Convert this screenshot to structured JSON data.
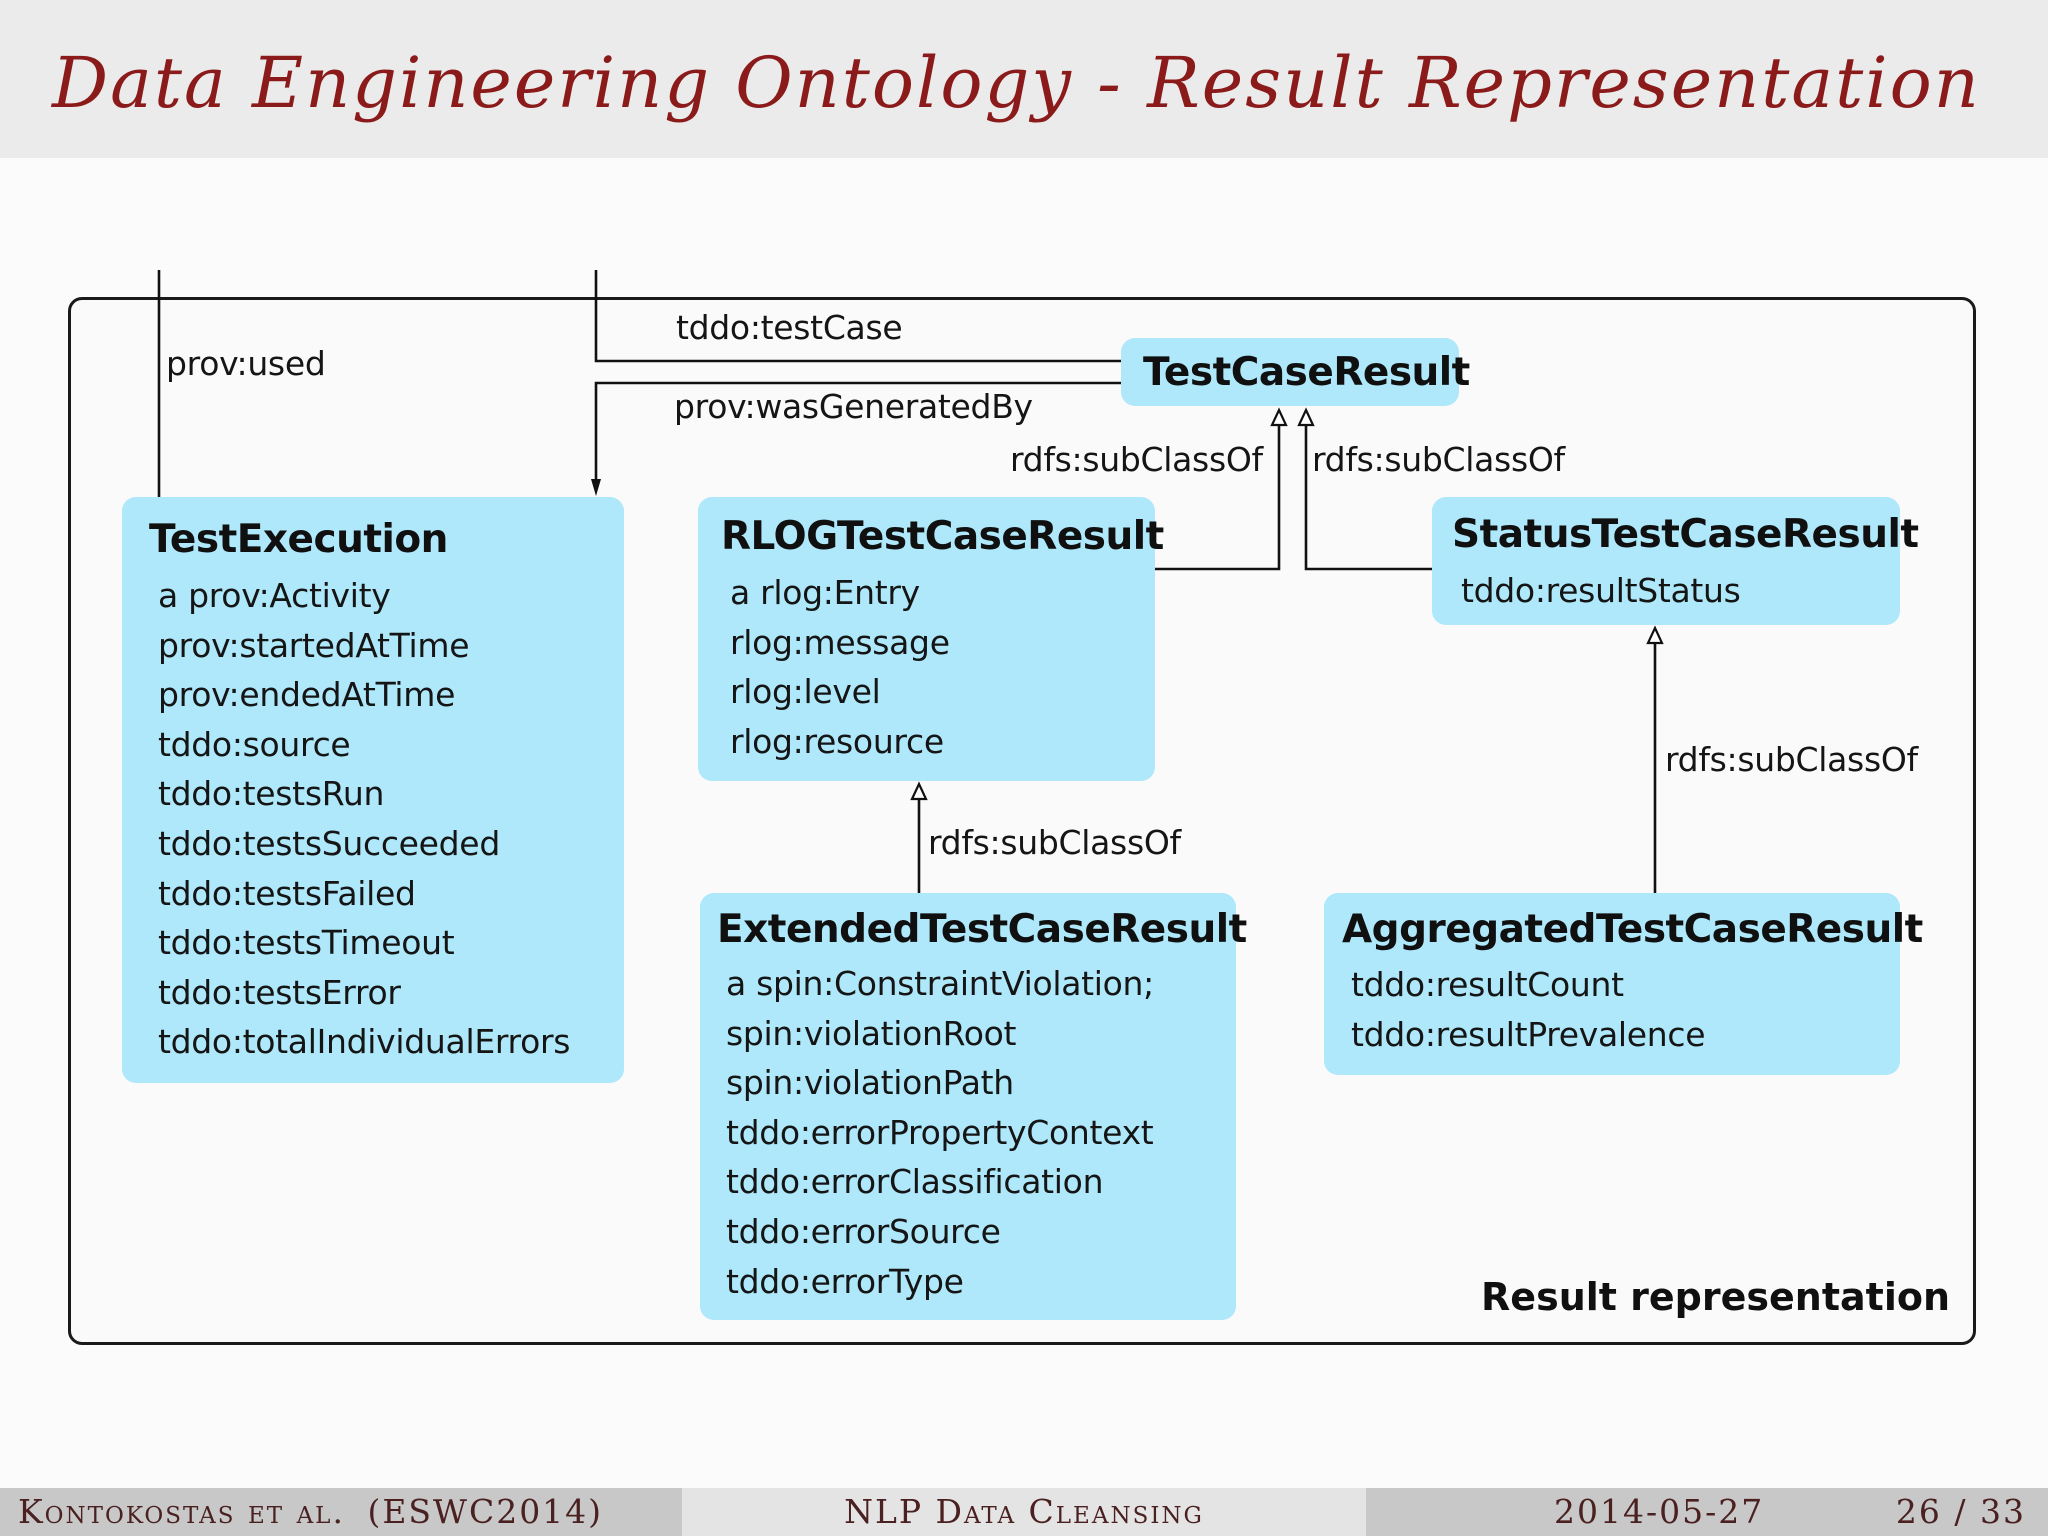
{
  "slide_title": "Data Engineering Ontology - Result Representation",
  "diagram": {
    "frame_label": "Result representation",
    "classes": {
      "test_case_result": {
        "name": "TestCaseResult",
        "attributes": []
      },
      "test_execution": {
        "name": "TestExecution",
        "attributes": [
          "a prov:Activity",
          "prov:startedAtTime",
          "prov:endedAtTime",
          "tddo:source",
          "tddo:testsRun",
          "tddo:testsSucceeded",
          "tddo:testsFailed",
          "tddo:testsTimeout",
          "tddo:testsError",
          "tddo:totalIndividualErrors"
        ]
      },
      "rlog_test_case_result": {
        "name": "RLOGTestCaseResult",
        "attributes": [
          "a rlog:Entry",
          "rlog:message",
          "rlog:level",
          "rlog:resource"
        ]
      },
      "status_test_case_result": {
        "name": "StatusTestCaseResult",
        "attributes": [
          "tddo:resultStatus"
        ]
      },
      "extended_test_case_result": {
        "name": "ExtendedTestCaseResult",
        "attributes": [
          "a spin:ConstraintViolation;",
          "spin:violationRoot",
          "spin:violationPath",
          "tddo:errorPropertyContext",
          "tddo:errorClassification",
          "tddo:errorSource",
          "tddo:errorType"
        ]
      },
      "aggregated_test_case_result": {
        "name": "AggregatedTestCaseResult",
        "attributes": [
          "tddo:resultCount",
          "tddo:resultPrevalence"
        ]
      }
    },
    "edge_labels": {
      "prov_used": "prov:used",
      "tddo_test_case": "tddo:testCase",
      "prov_was_generated_by": "prov:wasGeneratedBy",
      "rlog_subclass": "rdfs:subClassOf",
      "status_subclass": "rdfs:subClassOf",
      "extended_subclass": "rdfs:subClassOf",
      "aggregated_subclass": "rdfs:subClassOf"
    }
  },
  "footer": {
    "authors": "Kontokostas et al.",
    "venue": "(ESWC2014)",
    "talk_title": "NLP Data Cleansing",
    "date": "2014-05-27",
    "page": "26 / 33"
  },
  "colors": {
    "title": "#8b1a1a",
    "class_box_fill": "#aee8fa",
    "footer_left_bg": "#c8c8c8",
    "footer_mid_bg": "#e4e4e4",
    "footer_right_bg": "#c8c8c8"
  }
}
